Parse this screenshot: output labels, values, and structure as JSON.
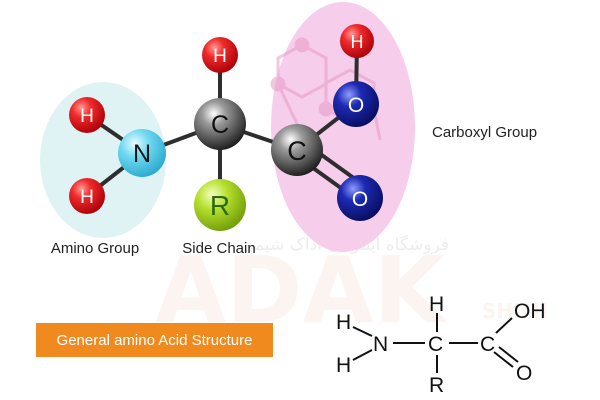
{
  "labels": {
    "amino_group": "Amino Group",
    "side_chain": "Side Chain",
    "carboxyl_group": "Carboxyl Group",
    "banner": "General amino Acid Structure"
  },
  "atoms_3d": {
    "h_top": "H",
    "c_alpha": "C",
    "h_n_upper": "H",
    "n": "N",
    "h_n_lower": "H",
    "r": "R",
    "c_carboxyl": "C",
    "h_oh": "H",
    "o_upper": "O",
    "o_lower": "O"
  },
  "formula": {
    "h_upper": "H",
    "h_lower": "H",
    "n": "N",
    "c_alpha": "C",
    "h_top": "H",
    "r": "R",
    "c_carboxyl": "C",
    "oh": "OH",
    "o": "O"
  },
  "watermark": {
    "brand": "ADAK",
    "brand_small": "SHIMI",
    "persian": "فروشگاه اینترنتی آداک شیمی"
  },
  "colors": {
    "hydrogen": "#e8141b",
    "nitrogen": "#5fd3ee",
    "carbon": "#2a2a2a",
    "oxygen": "#10198f",
    "side_chain": "#a6d41f",
    "amino_highlight": "#dff3f4",
    "carboxyl_highlight": "#f6cdea",
    "banner": "#f08a1e"
  }
}
